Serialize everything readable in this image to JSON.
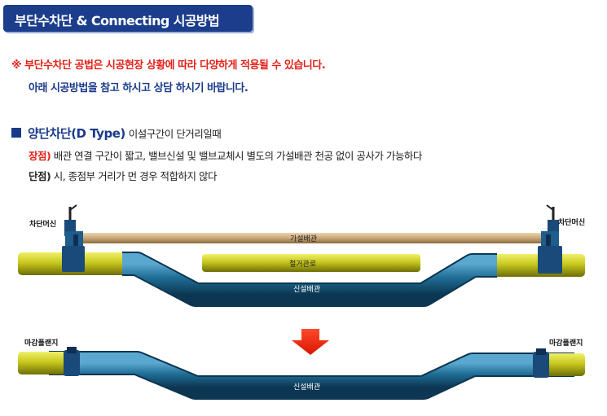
{
  "title": "부단수차단 & Connecting 시공방법",
  "notice": {
    "line1": "※ 부단수차단 공법은 시공현장 상황에 따라 다양하게 적용될 수 있습니다.",
    "line2": "아래 시공방법을 참고 하시고 상담 하시기 바랍니다."
  },
  "section": {
    "heading": "양단차단(D Type)",
    "subheading": "이설구간이 단거리일때",
    "pros_label": "장점)",
    "pros_text": "배관 연결 구간이 짧고, 밸브신설 및 밸브교체시 별도의 가설배관 천공 없이 공사가 가능하다",
    "cons_label": "단점)",
    "cons_text": "시, 종점부 거리가 먼 경우 적합하지 않다"
  },
  "diagram": {
    "top": {
      "machine_left": "차단머신",
      "machine_right": "차단머신",
      "temp_pipe": "가설배관",
      "removed_pipe": "철거관로",
      "new_pipe": "신설배관"
    },
    "bottom": {
      "flange_left": "마감플랜지",
      "flange_right": "마감플랜지",
      "new_pipe": "신설배관"
    }
  },
  "colors": {
    "title_bg": "#1b3d8c",
    "accent_red": "#e32119",
    "navy": "#1a3a8a",
    "old_pipe": "#c8c81e",
    "new_pipe": "#1f6d96",
    "temp_pipe": "#c9a777"
  },
  "icons": [
    "down-arrow-icon",
    "square-bullet-icon"
  ]
}
